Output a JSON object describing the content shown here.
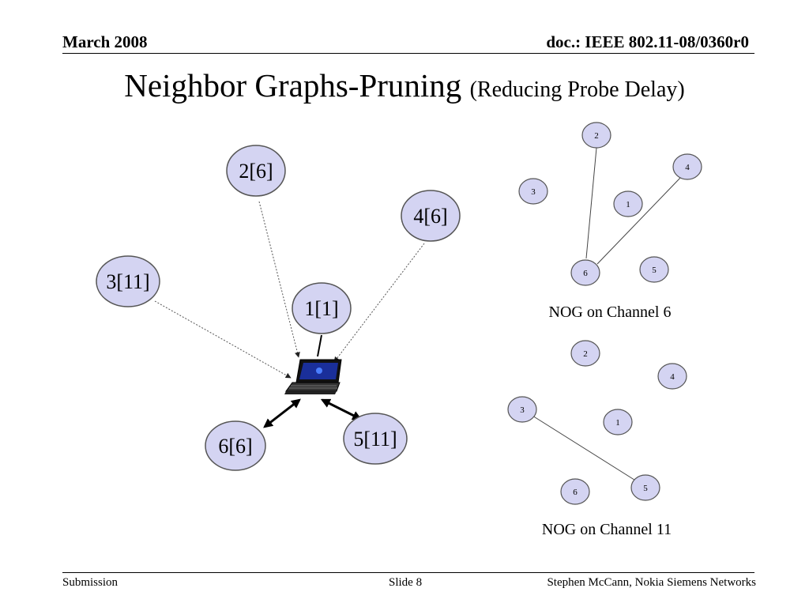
{
  "header": {
    "date": "March 2008",
    "doc": "doc.: IEEE 802.11-08/0360r0"
  },
  "title": {
    "main": "Neighbor Graphs-Pruning",
    "sub": "(Reducing Probe Delay)"
  },
  "left_graph": {
    "nodes": [
      {
        "label": "2[6]"
      },
      {
        "label": "4[6]"
      },
      {
        "label": "3[11]"
      },
      {
        "label": "1[1]"
      },
      {
        "label": "6[6]"
      },
      {
        "label": "5[11]"
      }
    ]
  },
  "channel6": {
    "caption": "NOG on Channel 6",
    "nodes": [
      "2",
      "4",
      "3",
      "1",
      "6",
      "5"
    ]
  },
  "channel11": {
    "caption": "NOG on Channel 11",
    "nodes": [
      "2",
      "4",
      "3",
      "1",
      "5",
      "6"
    ]
  },
  "colors": {
    "node_fill": "#d4d4f2",
    "node_stroke": "#555555",
    "laptop_screen": "#1a2f9a"
  },
  "footer": {
    "left": "Submission",
    "center": "Slide 8",
    "right": "Stephen McCann, Nokia Siemens Networks"
  }
}
